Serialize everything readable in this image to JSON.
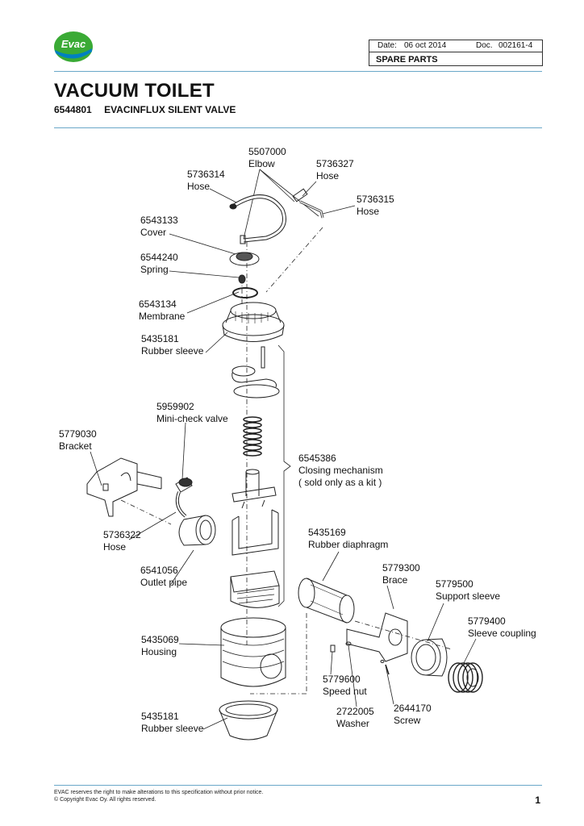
{
  "brand": {
    "logo_text": "Evac",
    "color_green": "#3aaa35",
    "color_blue": "#0080c0"
  },
  "info": {
    "date_label": "Date:",
    "date": "06 oct 2014",
    "doc_label": "Doc.",
    "doc": "002161-4",
    "section": "SPARE PARTS"
  },
  "title": "VACUUM TOILET",
  "subtitle": {
    "code": "6544801",
    "name": "EVACINFLUX SILENT VALVE"
  },
  "parts": [
    {
      "num": "5507000",
      "name": "Elbow"
    },
    {
      "num": "5736327",
      "name": "Hose"
    },
    {
      "num": "5736314",
      "name": "Hose"
    },
    {
      "num": "5736315",
      "name": "Hose"
    },
    {
      "num": "6543133",
      "name": "Cover"
    },
    {
      "num": "6544240",
      "name": "Spring"
    },
    {
      "num": "6543134",
      "name": "Membrane"
    },
    {
      "num": "5435181",
      "name": "Rubber sleeve"
    },
    {
      "num": "5959902",
      "name": "Mini-check valve"
    },
    {
      "num": "5779030",
      "name": "Bracket"
    },
    {
      "num": "6545386",
      "name": "Closing mechanism",
      "note": "( sold only as a kit )"
    },
    {
      "num": "5736322",
      "name": "Hose"
    },
    {
      "num": "5435169",
      "name": "Rubber diaphragm"
    },
    {
      "num": "6541056",
      "name": "Outlet pipe"
    },
    {
      "num": "5779300",
      "name": "Brace"
    },
    {
      "num": "5779500",
      "name": "Support sleeve"
    },
    {
      "num": "5779400",
      "name": "Sleeve coupling"
    },
    {
      "num": "5435069",
      "name": "Housing"
    },
    {
      "num": "5779600",
      "name": "Speed nut"
    },
    {
      "num": "2722005",
      "name": "Washer"
    },
    {
      "num": "2644170",
      "name": "Screw"
    },
    {
      "num": "5435181",
      "name": "Rubber sleeve"
    }
  ],
  "footer": {
    "line1": "EVAC reserves the right to make alterations to this specification without  prior notice.",
    "line2": "© Copyright Evac Oy. All rights reserved."
  },
  "page_number": "1"
}
